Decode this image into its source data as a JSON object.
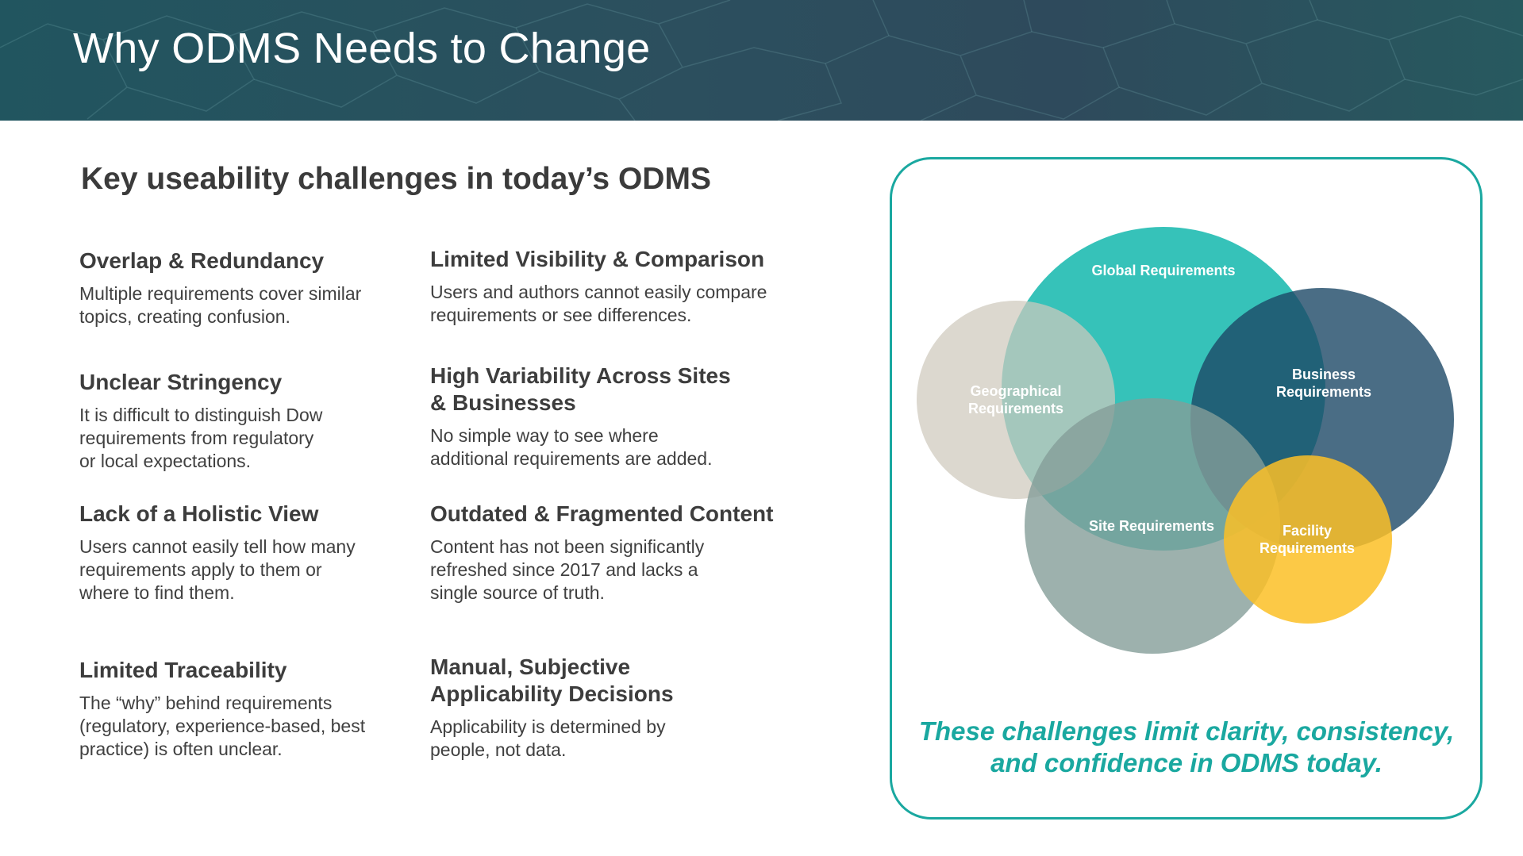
{
  "title": "Why ODMS Needs to Change",
  "subtitle": "Key useability challenges in today’s ODMS",
  "challenges": [
    {
      "heading": "Overlap & Redundancy",
      "body": "Multiple requirements cover similar\ntopics, creating confusion."
    },
    {
      "heading": "Limited Visibility & Comparison",
      "body": "Users and authors cannot easily compare\nrequirements or see differences."
    },
    {
      "heading": "Unclear Stringency",
      "body": "It is difficult to distinguish Dow\nrequirements from regulatory\nor local expectations."
    },
    {
      "heading": "High Variability Across Sites\n& Businesses",
      "body": "No simple way to see where\nadditional requirements are added."
    },
    {
      "heading": "Lack of a Holistic View",
      "body": "Users cannot easily tell how many\nrequirements apply to them or\nwhere to find them."
    },
    {
      "heading": "Outdated & Fragmented Content",
      "body": "Content has not been significantly\nrefreshed since 2017 and lacks a\nsingle source of truth."
    },
    {
      "heading": "Limited Traceability",
      "body": "The “why” behind requirements\n(regulatory, experience-based, best\npractice) is often unclear."
    },
    {
      "heading": "Manual, Subjective\nApplicability Decisions",
      "body": "Applicability is determined by\npeople, not data."
    }
  ],
  "venn": {
    "global": "Global Requirements",
    "geographical_1": "Geographical",
    "geographical_2": "Requirements",
    "business_1": "Business",
    "business_2": "Requirements",
    "site": "Site Requirements",
    "facility_1": "Facility",
    "facility_2": "Requirements"
  },
  "colors": {
    "teal": "#1aa8a0",
    "global": "#2bbfb5",
    "business": "#1d4966",
    "geographical": "#cfc9bc",
    "site": "#849d98",
    "facility": "#fbbf26"
  },
  "caption_line1": "These challenges limit clarity, consistency,",
  "caption_line2": "and confidence in ODMS today."
}
